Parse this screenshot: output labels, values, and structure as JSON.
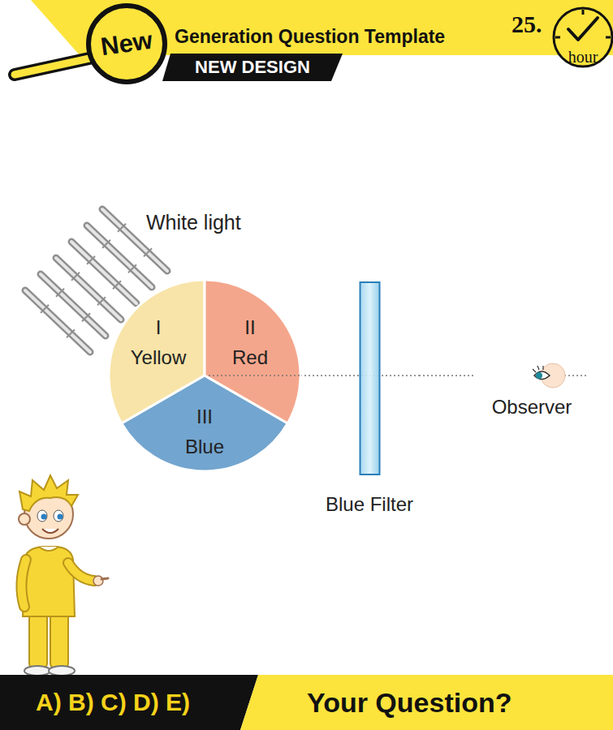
{
  "diagram": {
    "nodes": [
      {
        "text": [
          "New"
        ]
      },
      {
        "text": [
          "Generation Question Template"
        ]
      },
      {
        "text": [
          "NEW DESIGN"
        ]
      },
      {
        "text": [
          "25.",
          "hour"
        ]
      },
      {
        "text": [
          "I",
          "Yellow"
        ]
      },
      {
        "text": [
          "II",
          "Red"
        ]
      },
      {
        "text": [
          "III",
          "Blue"
        ]
      },
      {
        "text": [
          "Blue Filter"
        ]
      },
      {
        "text": [
          "Observer"
        ]
      },
      {
        "text": [
          "A) B) C) D) E)"
        ]
      },
      {
        "text": [
          "Your Question?"
        ]
      }
    ],
    "edges": [
      {
        "from": 5,
        "to": 7,
        "arrow": "none"
      },
      {
        "from": 7,
        "to": 8,
        "arrow": "none"
      }
    ],
    "labels": [
      "White light"
    ]
  }
}
